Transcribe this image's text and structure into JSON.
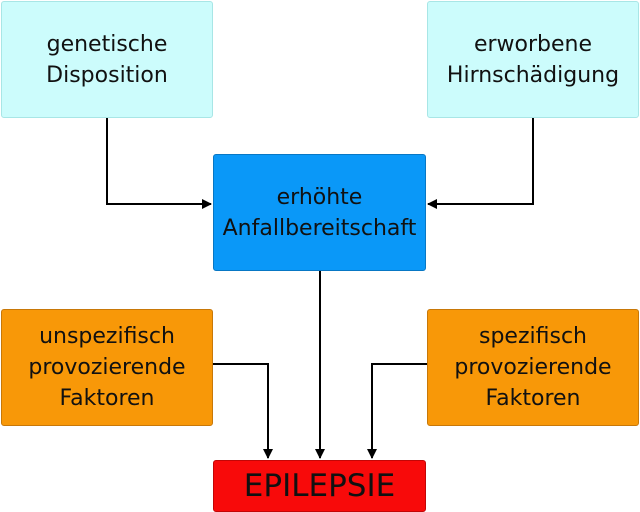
{
  "boxes": {
    "genetic": {
      "line1": "genetische",
      "line2": "Disposition"
    },
    "acquired": {
      "line1": "erworbene",
      "line2": "Hirnschädigung"
    },
    "central": {
      "line1": "erhöhte",
      "line2": "Anfallbereitschaft"
    },
    "unspecific": {
      "line1": "unspezifisch",
      "line2": "provozierende",
      "line3": "Faktoren"
    },
    "specific": {
      "line1": "spezifisch",
      "line2": "provozierende",
      "line3": "Faktoren"
    },
    "result": {
      "label": "EPILEPSIE"
    }
  },
  "colors": {
    "cyan": "#ccfcfc",
    "blue": "#0a98f8",
    "orange": "#f89808",
    "red": "#f80a0a",
    "arrow": "#000000"
  }
}
